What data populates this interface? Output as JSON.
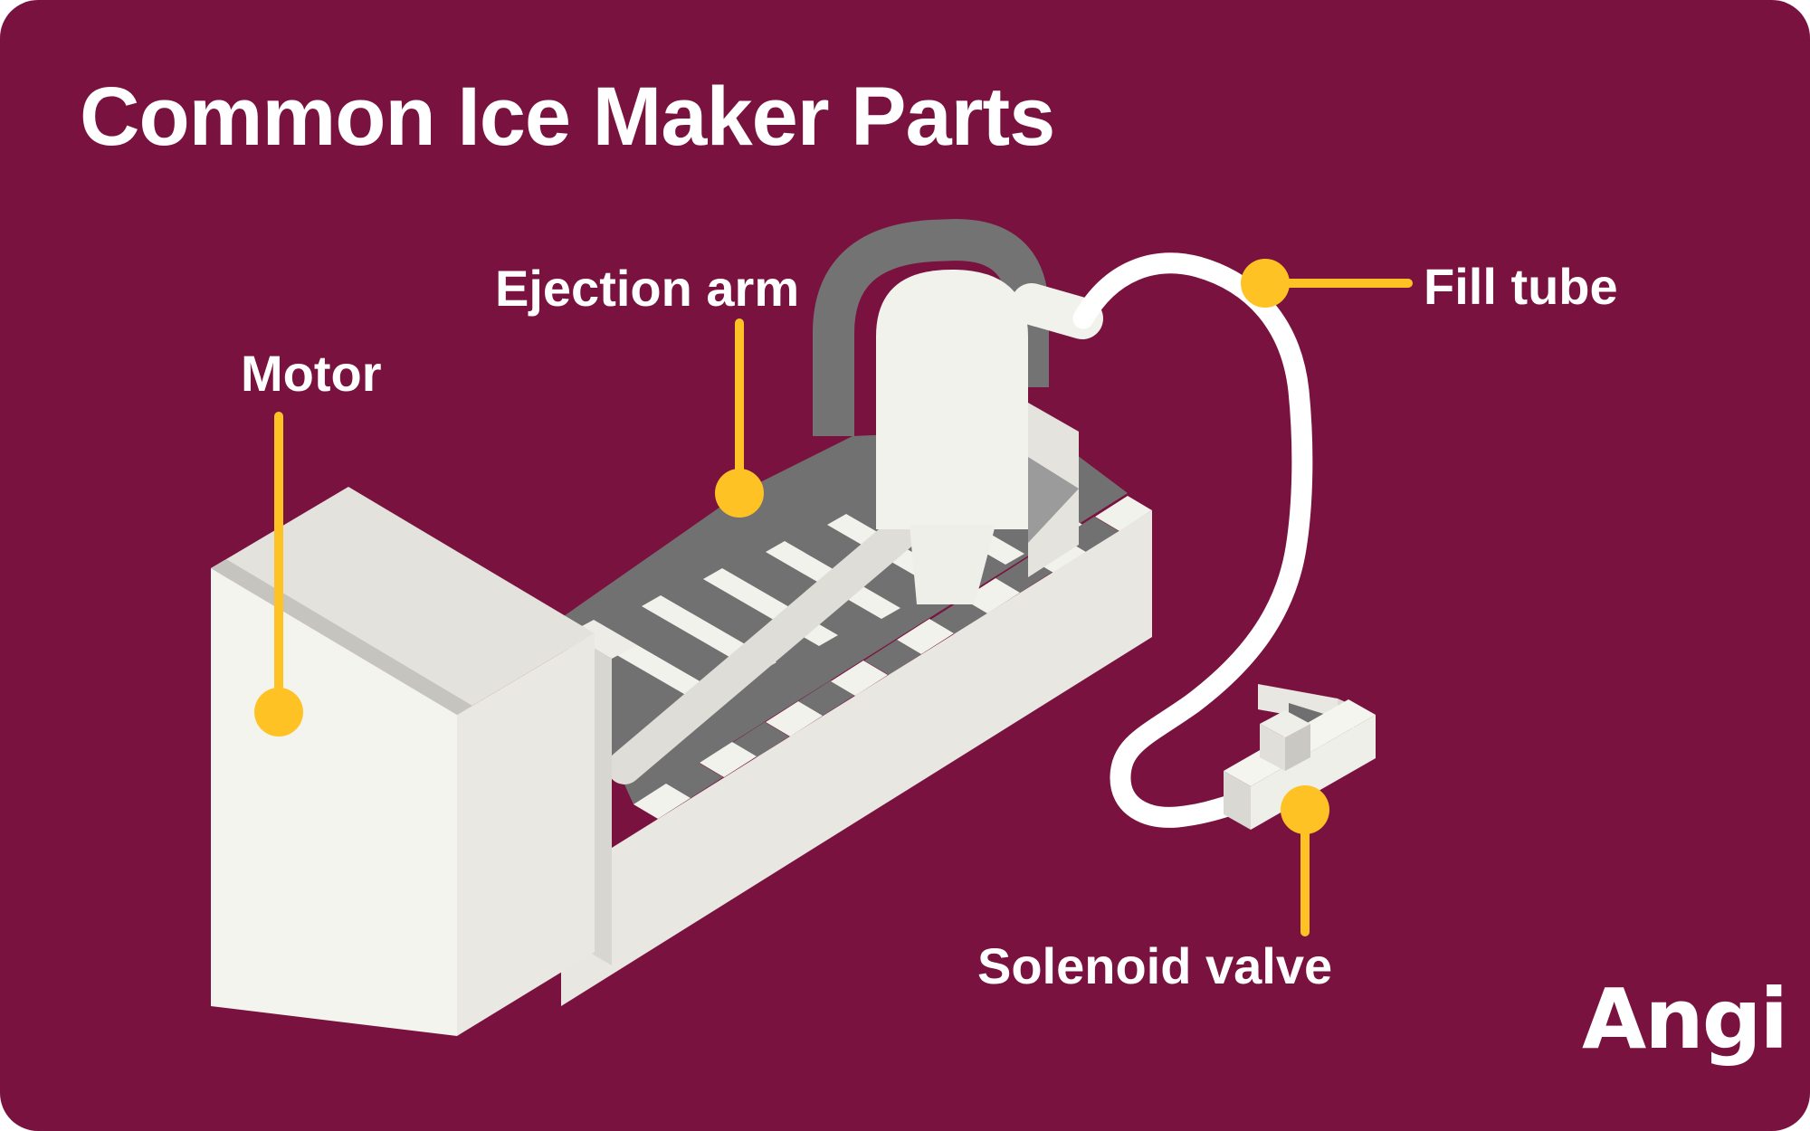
{
  "infographic": {
    "title": "Common Ice Maker Parts",
    "labels": {
      "motor": "Motor",
      "ejection_arm": "Ejection arm",
      "fill_tube": "Fill tube",
      "solenoid_valve": "Solenoid valve"
    },
    "brand": {
      "logo_text": "Angi"
    },
    "colors": {
      "card_background": "#7A1240",
      "title_text": "#FFFFFF",
      "label_text": "#FFFFFF",
      "callout_accent": "#FFC224",
      "tube_white": "#FFFFFF",
      "logo_text_color": "#FFFFFF",
      "part_white": "#F2F2EC",
      "part_light_gray": "#E3E2DC",
      "part_mid_gray": "#9B9B9B",
      "part_dark_gray": "#717171"
    }
  }
}
